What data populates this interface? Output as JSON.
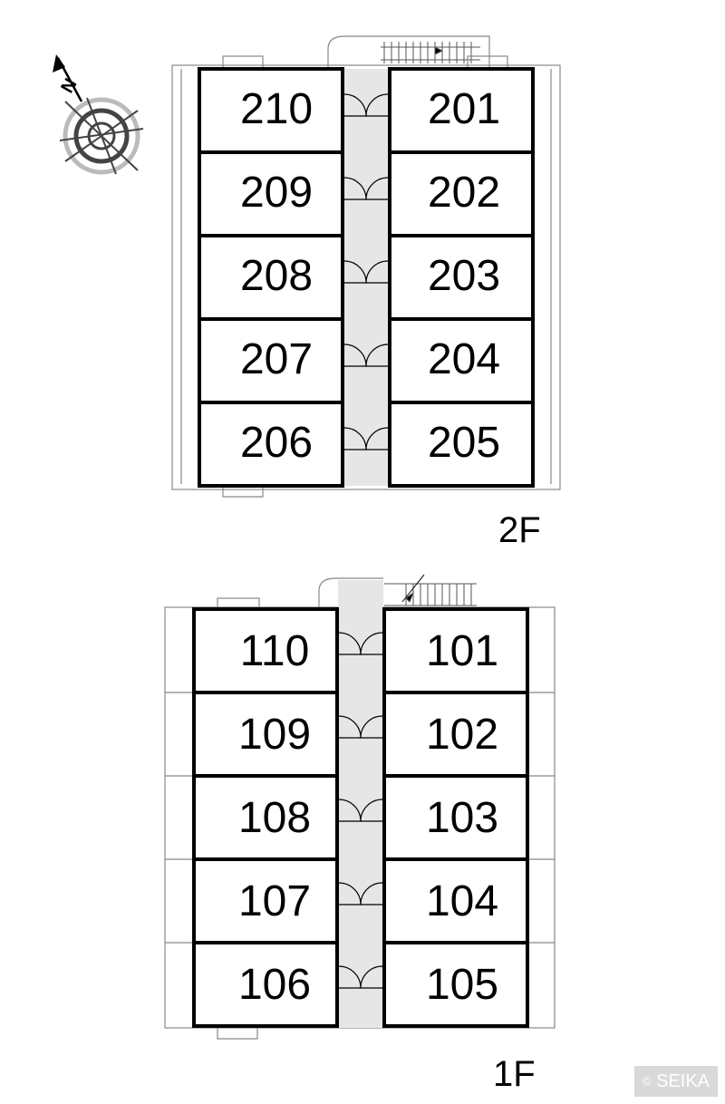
{
  "floors": [
    {
      "label": "2F",
      "rooms_left": [
        "210",
        "209",
        "208",
        "207",
        "206"
      ],
      "rooms_right": [
        "201",
        "202",
        "203",
        "204",
        "205"
      ]
    },
    {
      "label": "1F",
      "rooms_left": [
        "110",
        "109",
        "108",
        "107",
        "106"
      ],
      "rooms_right": [
        "101",
        "102",
        "103",
        "104",
        "105"
      ]
    }
  ],
  "compass": {
    "north_label": "N",
    "icon": "north-arrow-icon"
  },
  "credit": {
    "symbol": "©",
    "text": "SEIKA"
  }
}
